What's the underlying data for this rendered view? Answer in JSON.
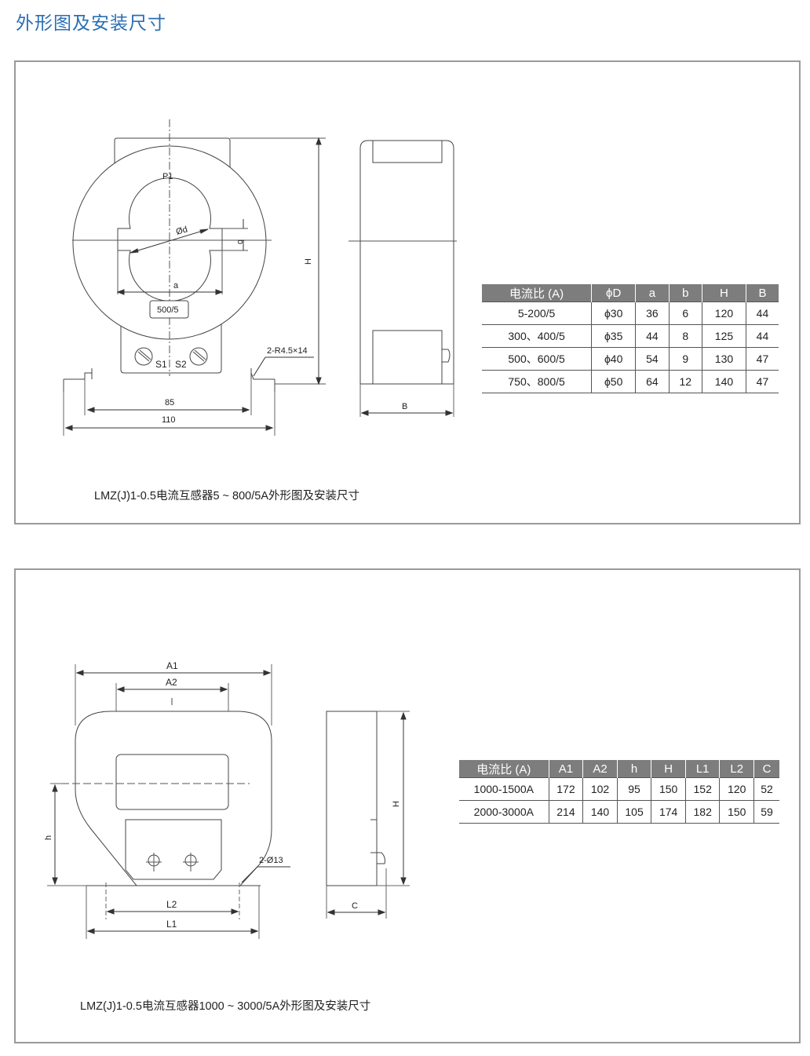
{
  "page": {
    "heading": "外形图及安装尺寸"
  },
  "figure1": {
    "caption": "LMZ(J)1-0.5电流互感器5 ~ 800/5A外形图及安装尺寸",
    "labels": {
      "p1": "P1",
      "od": "Ød",
      "b": "b",
      "a": "a",
      "h": "H",
      "ratio_plate": "500/5",
      "s1": "S1",
      "s2": "S2",
      "r_hole": "2-R4.5×14",
      "dim85": "85",
      "dim110": "110",
      "side_b": "B"
    },
    "table": {
      "headers": [
        "电流比 (A)",
        "ϕD",
        "a",
        "b",
        "H",
        "B"
      ],
      "rows": [
        [
          "5-200/5",
          "ϕ30",
          "36",
          "6",
          "120",
          "44"
        ],
        [
          "300、400/5",
          "ϕ35",
          "44",
          "8",
          "125",
          "44"
        ],
        [
          "500、600/5",
          "ϕ40",
          "54",
          "9",
          "130",
          "47"
        ],
        [
          "750、800/5",
          "ϕ50",
          "64",
          "12",
          "140",
          "47"
        ]
      ]
    }
  },
  "figure2": {
    "caption": "LMZ(J)1-0.5电流互感器1000 ~ 3000/5A外形图及安装尺寸",
    "labels": {
      "a1": "A1",
      "a2": "A2",
      "h_small": "h",
      "h_big": "H",
      "hole": "2-Ø13",
      "l2": "L2",
      "l1": "L1",
      "c": "C"
    },
    "table": {
      "headers": [
        "电流比 (A)",
        "A1",
        "A2",
        "h",
        "H",
        "L1",
        "L2",
        "C"
      ],
      "rows": [
        [
          "1000-1500A",
          "172",
          "102",
          "95",
          "150",
          "152",
          "120",
          "52"
        ],
        [
          "2000-3000A",
          "214",
          "140",
          "105",
          "174",
          "182",
          "150",
          "59"
        ]
      ]
    }
  }
}
